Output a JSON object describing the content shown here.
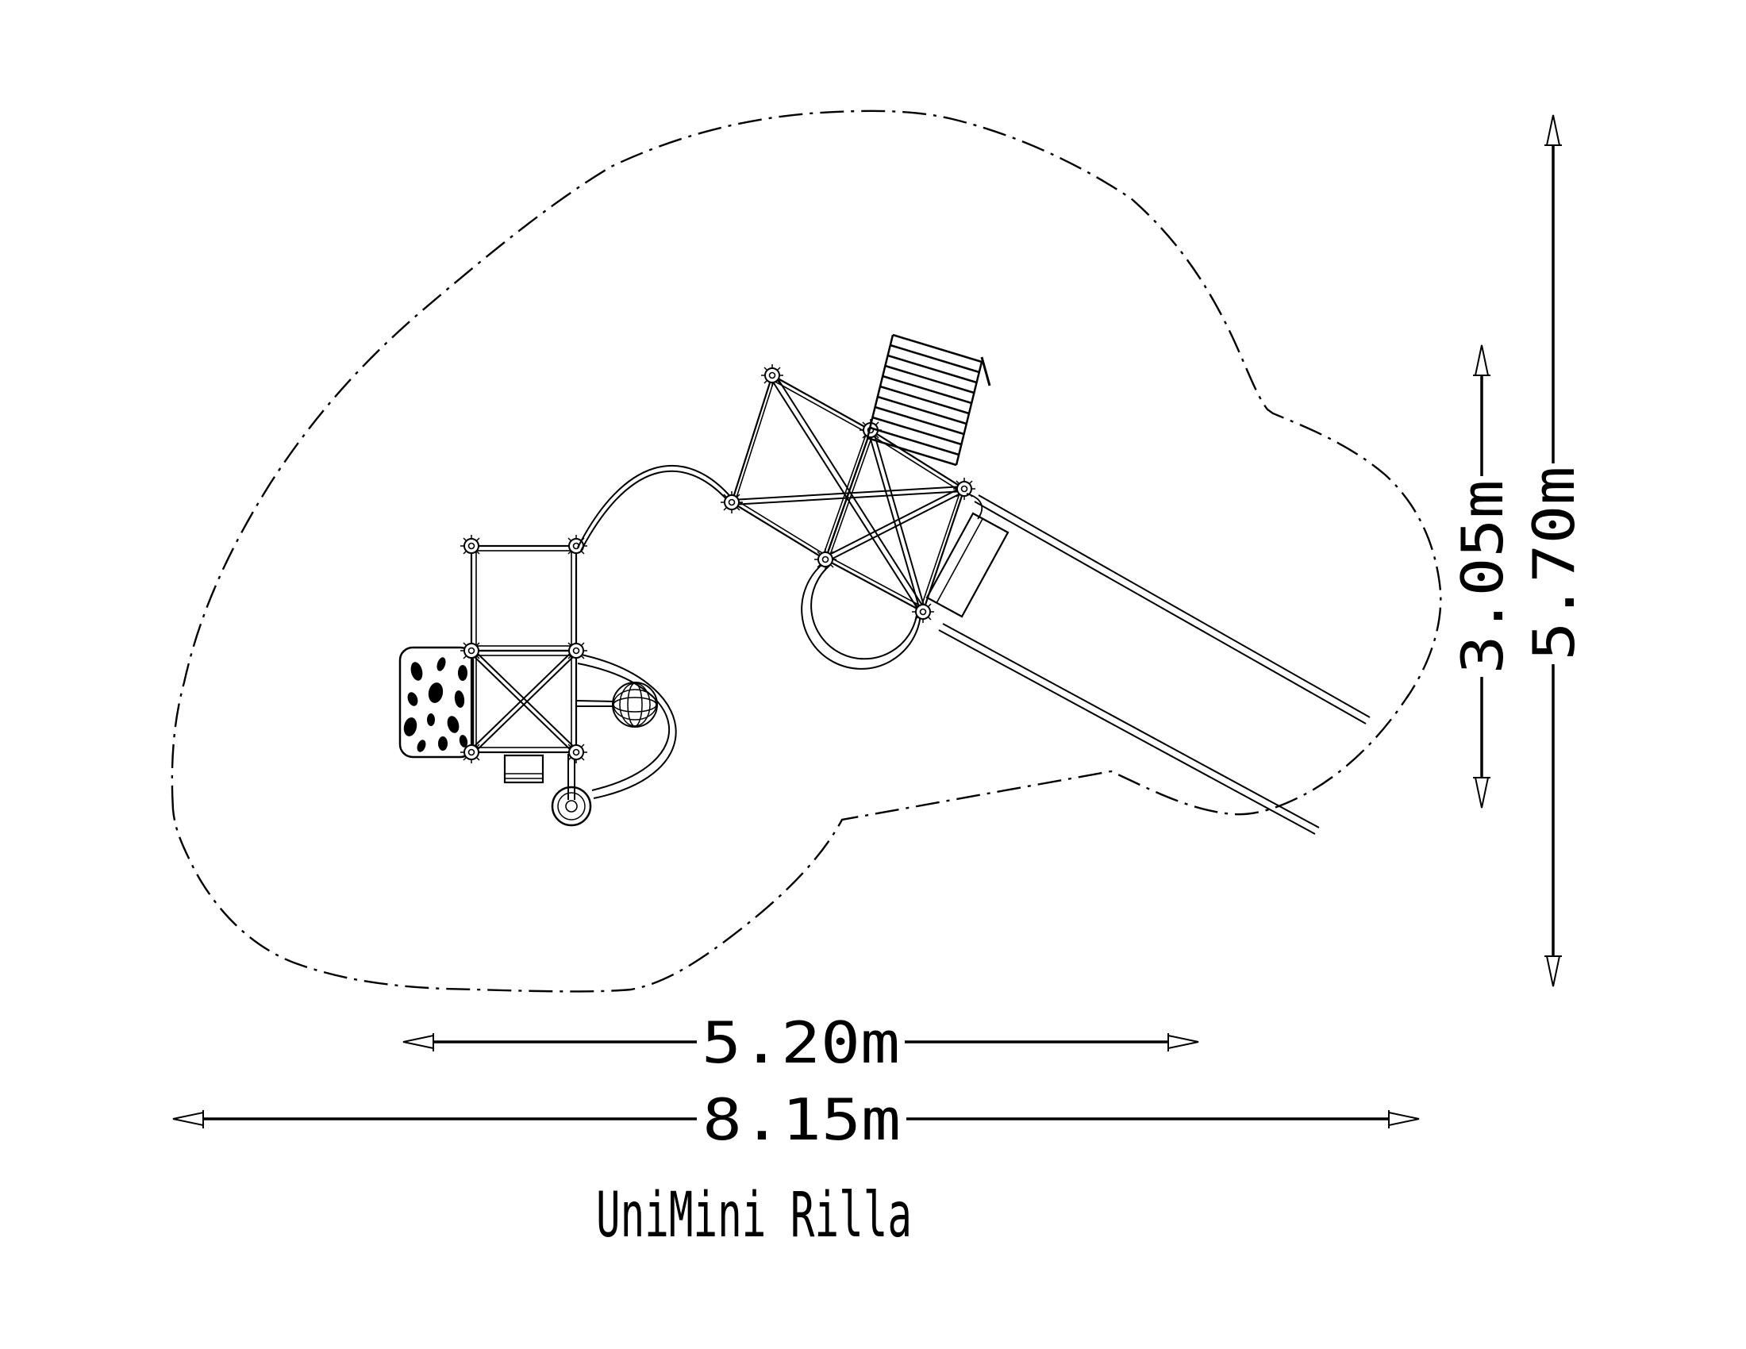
{
  "page": {
    "background": "#ffffff",
    "line_color": "#000000"
  },
  "title": {
    "text": "UniMini Rilla"
  },
  "dimensions": {
    "horizontal": [
      {
        "label": "5.20m"
      },
      {
        "label": "8.15m"
      }
    ],
    "vertical": [
      {
        "label": "3.05m"
      },
      {
        "label": "5.70m"
      }
    ]
  }
}
